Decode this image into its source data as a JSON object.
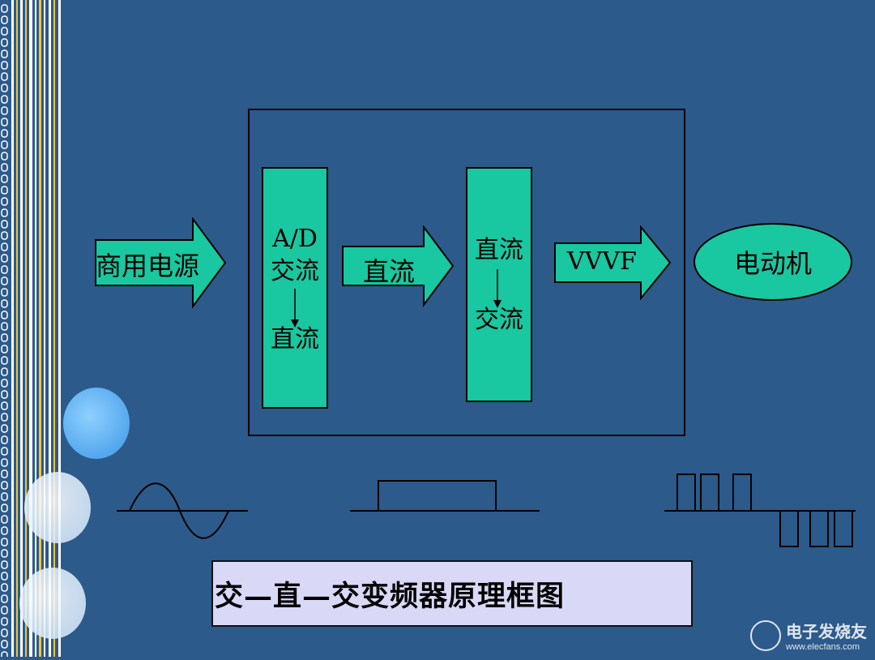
{
  "diagram": {
    "source_label": "商用电源",
    "rectifier": {
      "line1": "A/D",
      "line2": "交流",
      "line3": "直流"
    },
    "dc_label": "直流",
    "inverter": {
      "line1": "直流",
      "line2": "交流"
    },
    "output_label": "VVVF",
    "motor_label": "电动机"
  },
  "caption": "交—直—交变频器原理框图",
  "watermark": {
    "brand": "电子发烧友",
    "site": "www.elecfans.com"
  },
  "colors": {
    "background": "#2c5a8a",
    "block": "#19c7a0",
    "caption_bg": "#d9d9f7"
  }
}
